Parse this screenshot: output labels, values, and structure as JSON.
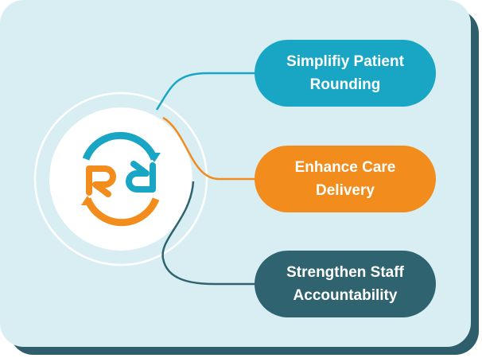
{
  "colors": {
    "card_background": "#d8eef3",
    "card_shadow": "#2e5e6b",
    "teal": "#19a6c4",
    "orange": "#f28c1c",
    "dark_teal": "#2f6370",
    "ring": "#ffffff"
  },
  "logo": {
    "icon": "rr-logo-icon"
  },
  "items": [
    {
      "label": "Simplifiy Patient\nRounding",
      "color": "#19a6c4"
    },
    {
      "label": "Enhance Care\nDelivery",
      "color": "#f28c1c"
    },
    {
      "label": "Strengthen Staff\nAccountability",
      "color": "#2f6370"
    }
  ]
}
